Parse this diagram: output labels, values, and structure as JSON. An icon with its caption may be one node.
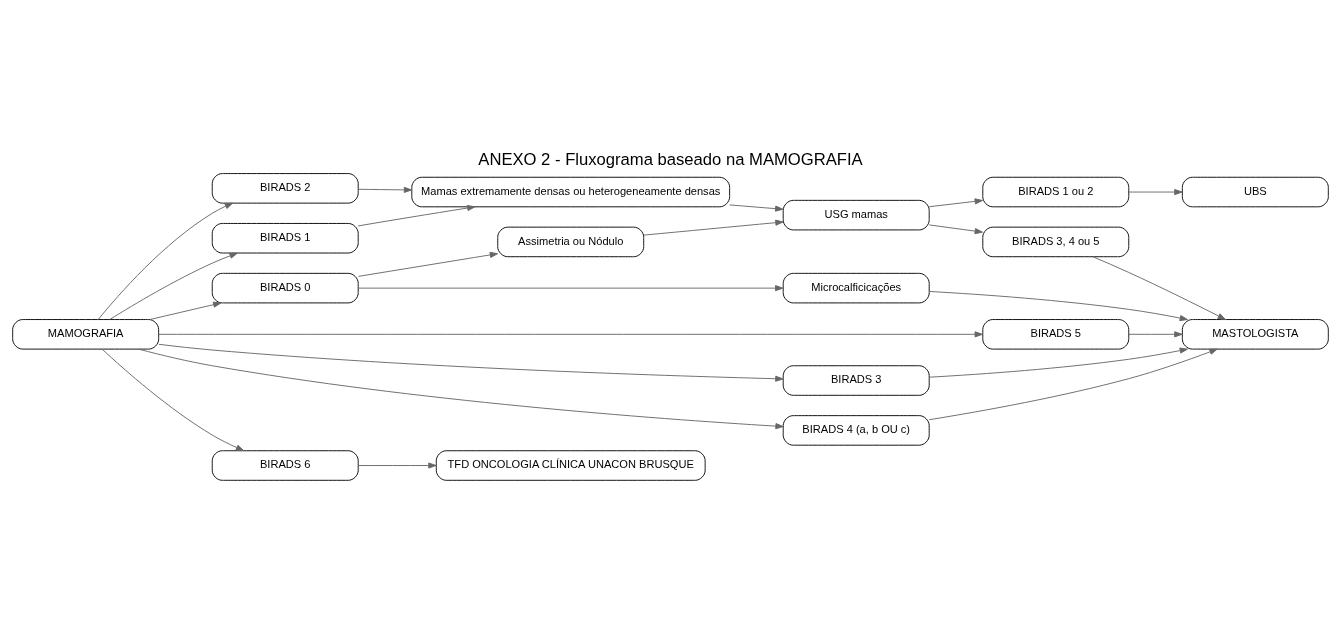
{
  "diagram": {
    "title": "ANEXO 2 - Fluxograma baseado na MAMOGRAFIA",
    "nodes": [
      {
        "text": [
          "MAMOGRAFIA"
        ]
      },
      {
        "text": [
          "BIRADS 0"
        ]
      },
      {
        "text": [
          "BIRADS 1"
        ]
      },
      {
        "text": [
          "BIRADS 2"
        ]
      },
      {
        "text": [
          "BIRADS 3"
        ]
      },
      {
        "text": [
          "BIRADS 4 (a, b OU c)"
        ]
      },
      {
        "text": [
          "BIRADS 5"
        ]
      },
      {
        "text": [
          "BIRADS 6"
        ]
      },
      {
        "text": [
          "Assimetria ou Nódulo"
        ]
      },
      {
        "text": [
          "Microcalficicações"
        ]
      },
      {
        "text": [
          "Mamas extremamente densas ou heterogeneamente densas"
        ]
      },
      {
        "text": [
          "USG mamas"
        ]
      },
      {
        "text": [
          "BIRADS 1 ou 2"
        ]
      },
      {
        "text": [
          "BIRADS 3, 4 ou 5"
        ]
      },
      {
        "text": [
          "UBS"
        ]
      },
      {
        "text": [
          "MASTOLOGISTA"
        ]
      },
      {
        "text": [
          "TFD ONCOLOGIA CLÍNICA UNACON BRUSQUE"
        ]
      }
    ],
    "edges": [
      {
        "from": 0,
        "to": 1,
        "arrow": "to"
      },
      {
        "from": 0,
        "to": 2,
        "arrow": "to"
      },
      {
        "from": 0,
        "to": 3,
        "arrow": "to"
      },
      {
        "from": 0,
        "to": 4,
        "arrow": "to"
      },
      {
        "from": 0,
        "to": 5,
        "arrow": "to"
      },
      {
        "from": 0,
        "to": 6,
        "arrow": "to"
      },
      {
        "from": 0,
        "to": 7,
        "arrow": "to"
      },
      {
        "from": 1,
        "to": 8,
        "arrow": "to"
      },
      {
        "from": 1,
        "to": 9,
        "arrow": "to"
      },
      {
        "from": 2,
        "to": 10,
        "arrow": "to"
      },
      {
        "from": 3,
        "to": 10,
        "arrow": "to"
      },
      {
        "from": 8,
        "to": 11,
        "arrow": "to"
      },
      {
        "from": 10,
        "to": 11,
        "arrow": "to"
      },
      {
        "from": 11,
        "to": 12,
        "arrow": "to"
      },
      {
        "from": 11,
        "to": 13,
        "arrow": "to"
      },
      {
        "from": 12,
        "to": 14,
        "arrow": "to"
      },
      {
        "from": 9,
        "to": 15,
        "arrow": "to"
      },
      {
        "from": 13,
        "to": 15,
        "arrow": "to"
      },
      {
        "from": 4,
        "to": 15,
        "arrow": "to"
      },
      {
        "from": 5,
        "to": 15,
        "arrow": "to"
      },
      {
        "from": 6,
        "to": 15,
        "arrow": "to"
      },
      {
        "from": 7,
        "to": 16,
        "arrow": "to"
      }
    ]
  }
}
